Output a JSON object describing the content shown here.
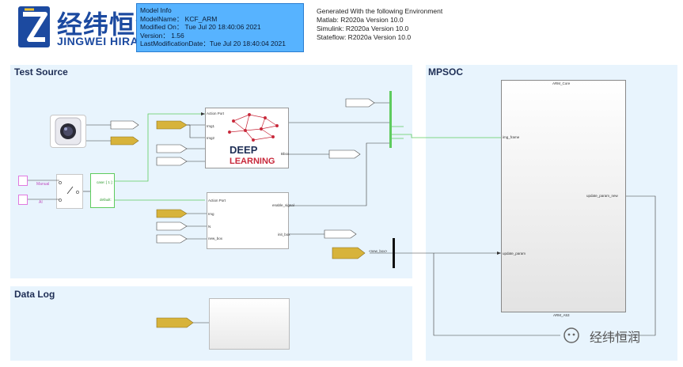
{
  "logo": {
    "name_cn": "经纬恒润",
    "name_en": "JINGWEI HIRAIN"
  },
  "model_info": {
    "header": "Model Info",
    "lines": [
      "ModelName：  KCF_ARM",
      "Modified On： Tue Jul 20 18:40:06 2021",
      "Version：  1.56",
      "LastModificationDate：Tue Jul 20 18:40:04 2021"
    ]
  },
  "environment": {
    "header": "Generated With the following Environment",
    "lines": [
      "Matlab:     R2020a Version 10.0",
      "Simulink:   R2020a Version 10.0",
      "Stateflow:  R2020a Version 10.0"
    ]
  },
  "areas": {
    "test_source": "Test Source",
    "data_log": "Data Log",
    "mpsoc": "MPSOC"
  },
  "switch_inputs": {
    "top": "Manual",
    "bottom": "AI"
  },
  "selector": {
    "top": "case: [ 1 ]:",
    "bottom": "default:"
  },
  "deep_learning": {
    "ports_in": [
      "Action Port",
      "Img1",
      "Img2"
    ],
    "port_out": "Bbox",
    "text_top": "DEEP",
    "text_bottom": "LEARNING"
  },
  "manual_block": {
    "ports_in": [
      "Action Port",
      "Img",
      "N",
      "new_box"
    ],
    "ports_out": [
      "enable_signal",
      "init_box"
    ]
  },
  "bus": {
    "label": "<new_box>"
  },
  "arm_core": {
    "title": "ARM_Core",
    "footer": "ARM_A53",
    "in_ports": [
      "img_frame",
      "update_param"
    ],
    "out_port": "update_param_new"
  },
  "watermark": "经纬恒润",
  "colors": {
    "area": "#e8f4fd",
    "info_box": "#57b3ff",
    "tag_yellow": "#d7b33b",
    "brand": "#1c4aa0",
    "action_line": "#5ecb5e"
  }
}
